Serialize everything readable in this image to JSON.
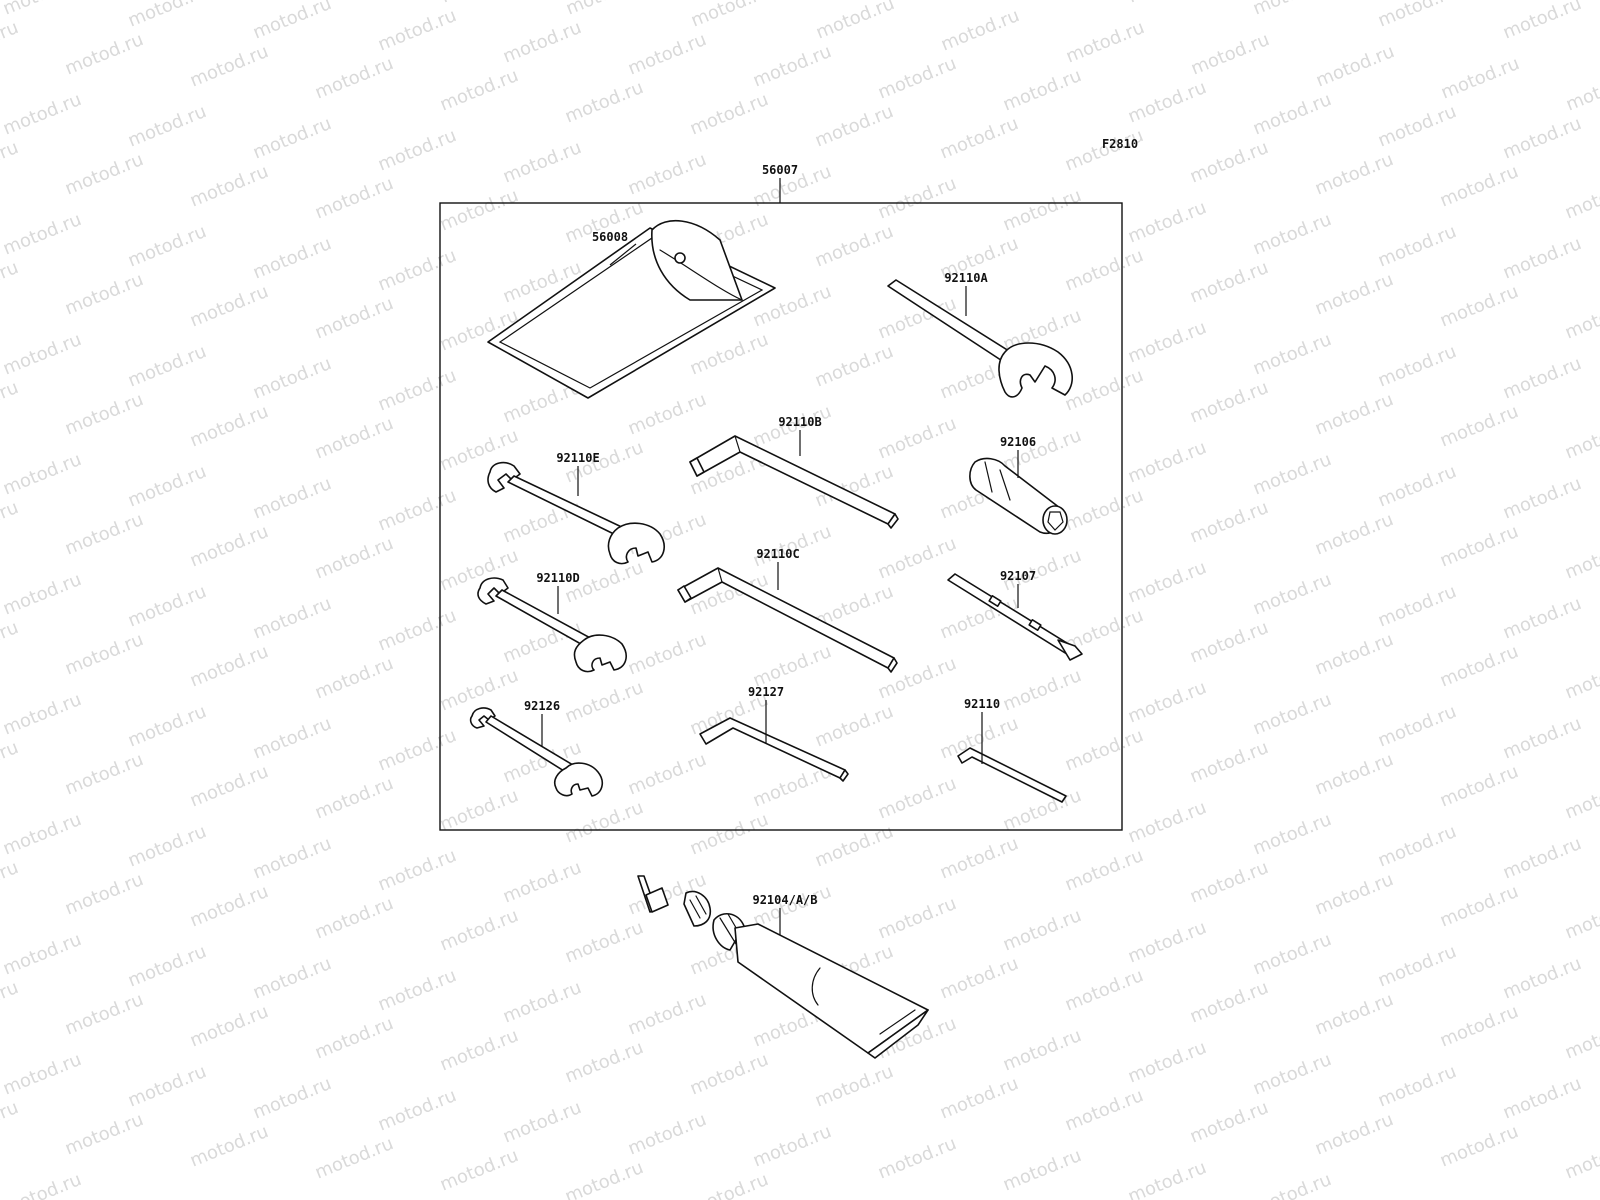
{
  "figure_code": "F2810",
  "watermark_text": "motod.ru",
  "parts": {
    "kit": "56007",
    "pouch": "56008",
    "wrench_a": "92110A",
    "hex_b": "92110B",
    "socket": "92106",
    "wrench_e": "92110E",
    "hex_c": "92110C",
    "screwdriver": "92107",
    "wrench_d": "92110D",
    "wrench_small": "92126",
    "hex_small": "92127",
    "hex_tiny": "92110",
    "tube": "92104/A/B"
  }
}
